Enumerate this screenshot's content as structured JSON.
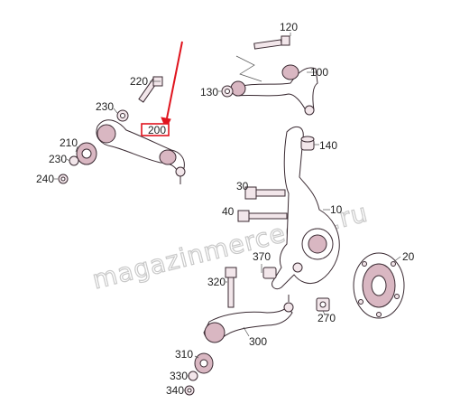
{
  "watermark": "magazinmercedes.ru",
  "highlight_label": "200",
  "labels": {
    "l10": "10",
    "l20": "20",
    "l30": "30",
    "l40": "40",
    "l100": "100",
    "l120": "120",
    "l130": "130",
    "l140": "140",
    "l210": "210",
    "l220": "220",
    "l230a": "230",
    "l230b": "230",
    "l240": "240",
    "l270": "270",
    "l300": "300",
    "l310": "310",
    "l320": "320",
    "l330": "330",
    "l340": "340",
    "l370": "370"
  },
  "colors": {
    "highlight": "#e0141e",
    "part_fill": "#d9b7c2",
    "ink": "#3a2a32"
  }
}
